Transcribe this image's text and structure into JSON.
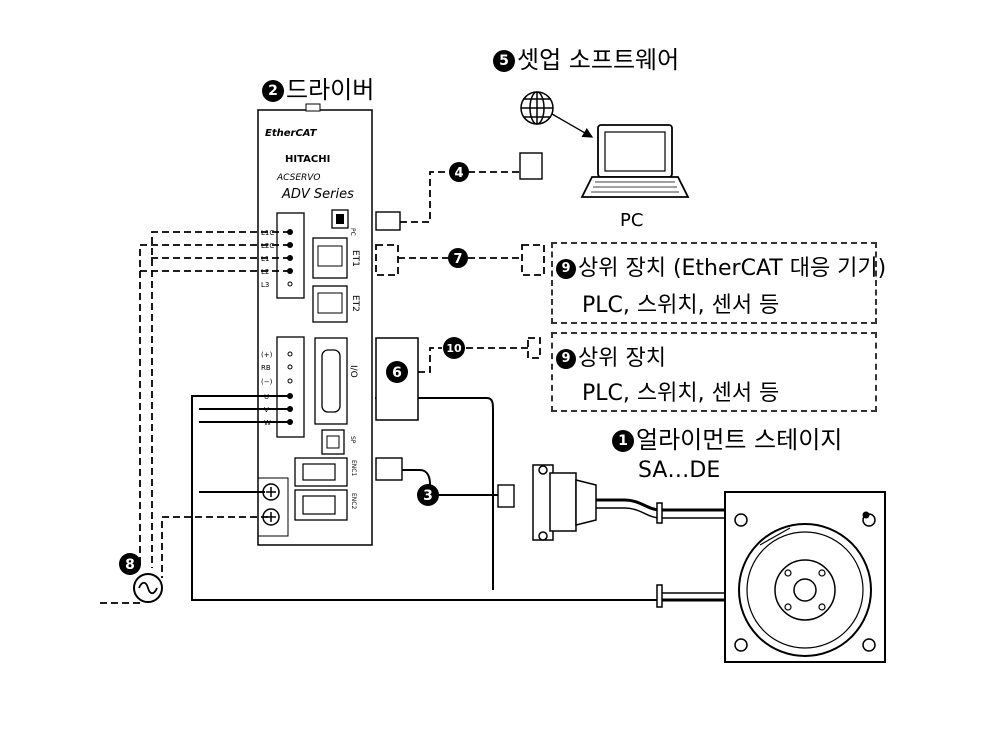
{
  "labels": {
    "driver": {
      "num": "2",
      "text": "드라이버"
    },
    "setup_software": {
      "num": "5",
      "text": "셋업 소프트웨어"
    },
    "pc": "PC",
    "host_ethercat": {
      "num": "9",
      "line1": "상위 장치 (EtherCAT 대응 기기)",
      "line2": "PLC, 스위치, 센서 등"
    },
    "host_io": {
      "num": "9",
      "line1": "상위 장치",
      "line2": "PLC, 스위치, 센서 등"
    },
    "alignment_stage": {
      "num": "1",
      "text": "얼라이먼트 스테이지",
      "model": "SA…DE"
    },
    "callouts": {
      "c3": "3",
      "c4": "4",
      "c6": "6",
      "c7": "7",
      "c8": "8",
      "c10": "10"
    }
  },
  "driver_panel": {
    "brand_ethercat": "EtherCAT",
    "maker": "HITACHI",
    "series_line": "ACSERVO",
    "series_name": "ADV Series",
    "port_pc": "PC",
    "port_et1": "ET1",
    "port_et2": "ET2",
    "port_io": "I/O",
    "port_sp": "SP",
    "port_enc1": "ENC1",
    "port_enc2": "ENC2",
    "power_terms": [
      "L1C",
      "L2C",
      "L1",
      "L2",
      "L3"
    ],
    "motor_terms": [
      "(+)",
      "RB",
      "(−)",
      "U",
      "V",
      "W"
    ]
  },
  "colors": {
    "line": "#000000",
    "panel": "#ffffff",
    "dash": "#333333"
  }
}
